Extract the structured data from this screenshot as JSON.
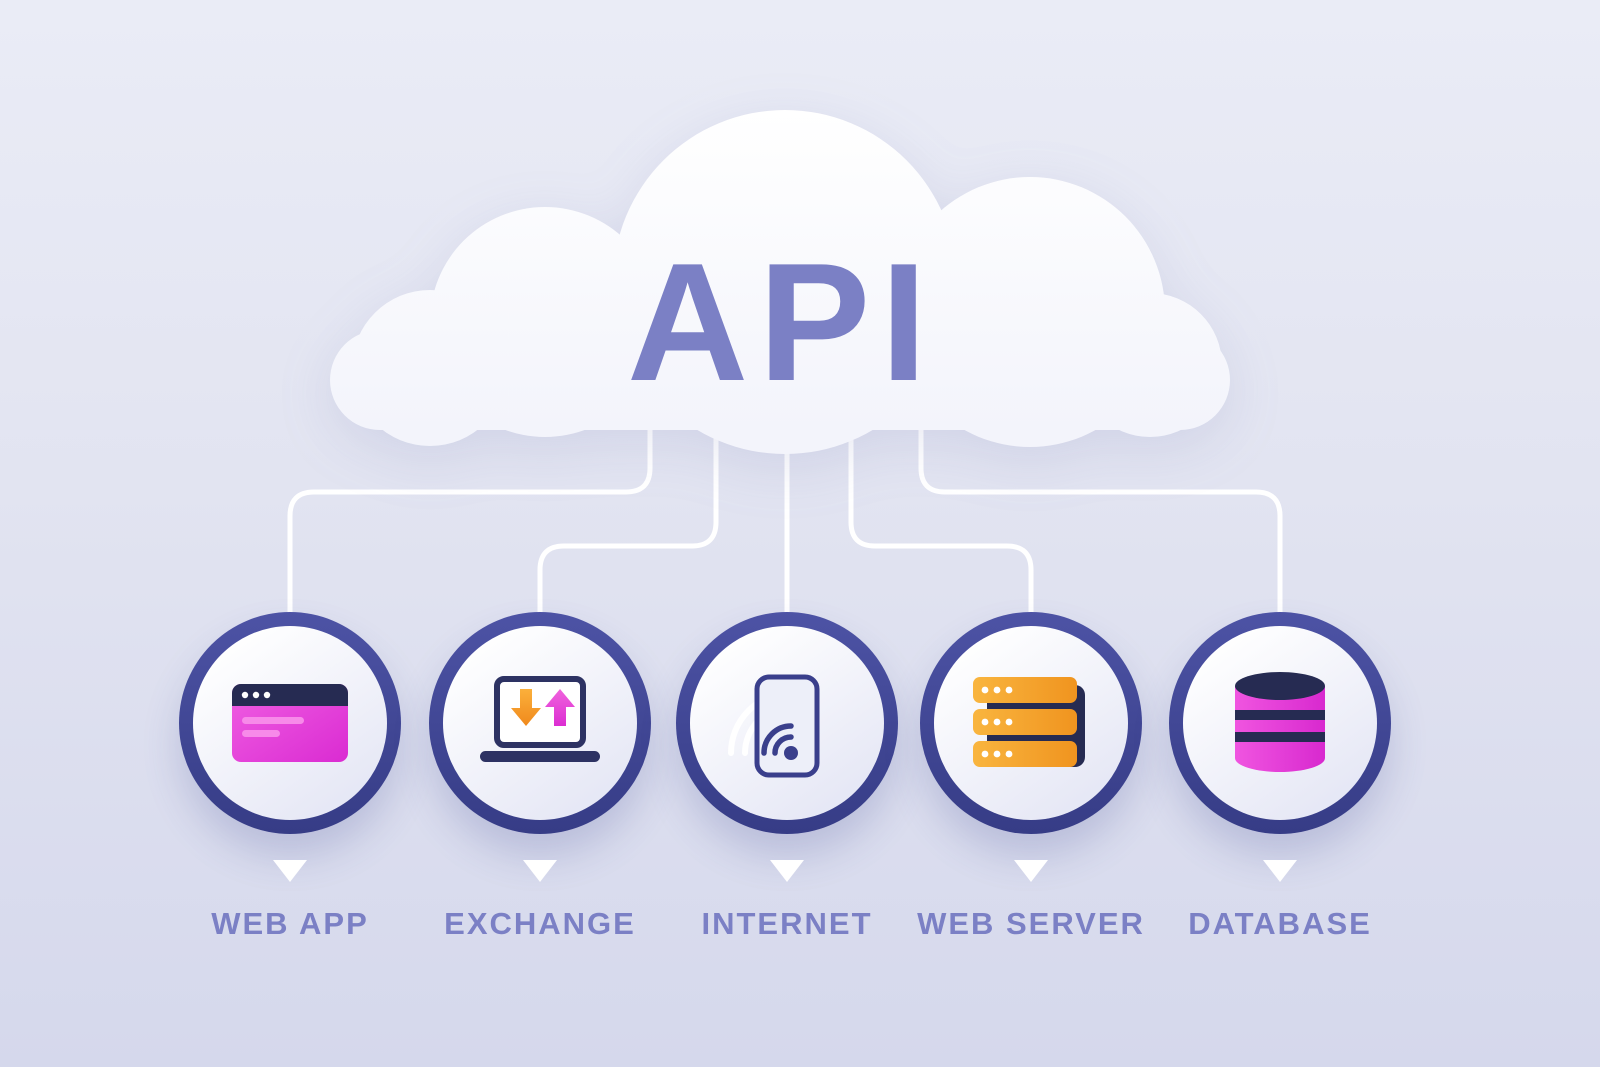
{
  "diagram": {
    "title": "API",
    "nodes": [
      {
        "label": "WEB APP",
        "icon": "web-app-browser-icon"
      },
      {
        "label": "EXCHANGE",
        "icon": "exchange-arrows-laptop-icon"
      },
      {
        "label": "INTERNET",
        "icon": "internet-phone-wifi-icon"
      },
      {
        "label": "WEB SERVER",
        "icon": "web-server-stack-icon"
      },
      {
        "label": "DATABASE",
        "icon": "database-cylinder-icon"
      }
    ],
    "colors": {
      "title_text": "#7b80c5",
      "label_text": "#7b80c5",
      "circle_ring": "#3e4492",
      "cloud": "#ffffff",
      "connector_line": "#ffffff",
      "magenta_accent": "#e23ad9",
      "orange_accent": "#f6a32e",
      "navy_accent": "#262b52",
      "background_top": "#eaecf6",
      "background_bottom": "#d5d8ec"
    }
  }
}
